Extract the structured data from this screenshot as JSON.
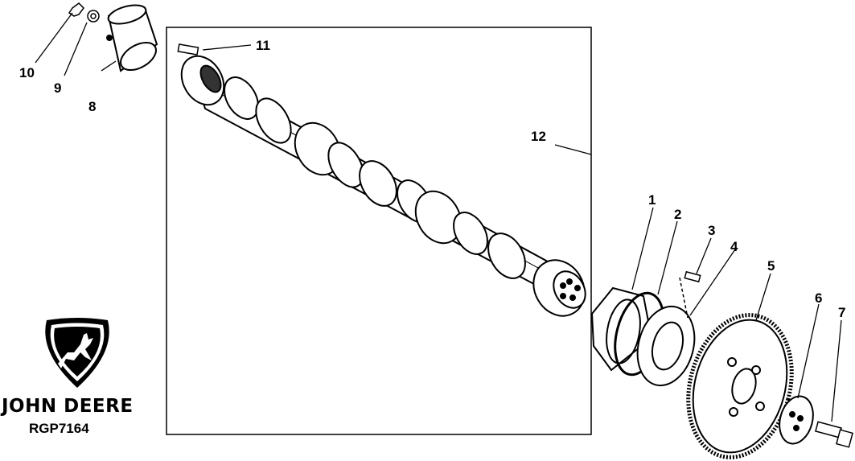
{
  "diagram": {
    "callouts": [
      {
        "id": "1",
        "label": "1"
      },
      {
        "id": "2",
        "label": "2"
      },
      {
        "id": "3",
        "label": "3"
      },
      {
        "id": "4",
        "label": "4"
      },
      {
        "id": "5",
        "label": "5"
      },
      {
        "id": "6",
        "label": "6"
      },
      {
        "id": "7",
        "label": "7"
      },
      {
        "id": "8",
        "label": "8"
      },
      {
        "id": "9",
        "label": "9"
      },
      {
        "id": "10",
        "label": "10"
      },
      {
        "id": "11",
        "label": "11"
      },
      {
        "id": "12",
        "label": "12"
      }
    ]
  },
  "brand": {
    "name": "JOHN DEERE",
    "logo_icon": "john-deere-deer-logo-icon"
  },
  "figure_code": "RGP7164"
}
